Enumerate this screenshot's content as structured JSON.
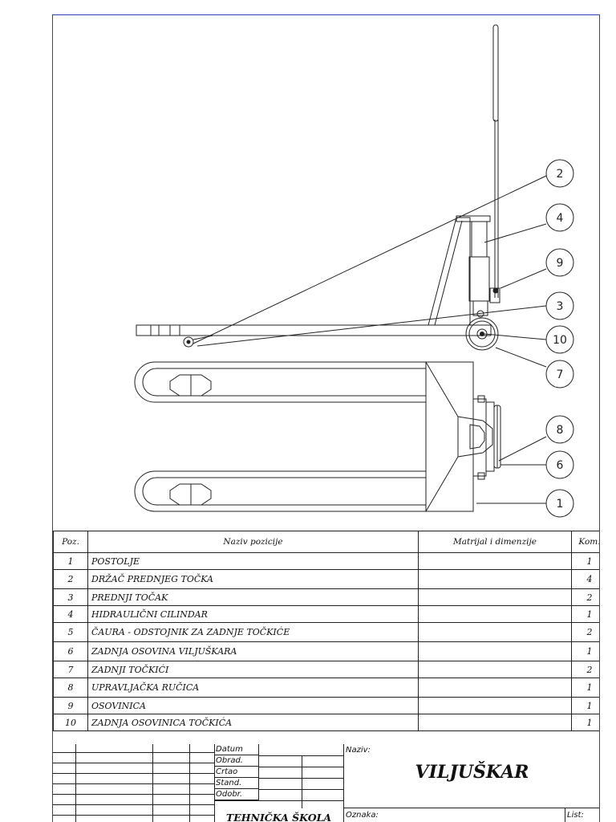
{
  "bom": {
    "headers": {
      "poz": "Poz.",
      "name": "Naziv pozicije",
      "material": "Matrijal i dimenzije",
      "kom": "Kom."
    },
    "rows": [
      {
        "poz": "1",
        "name": "POSTOLJE",
        "material": "",
        "kom": "1"
      },
      {
        "poz": "2",
        "name": "DRŽAČ PREDNJEG TOČKA",
        "material": "",
        "kom": "4"
      },
      {
        "poz": "3",
        "name": "PREDNJI TOČAK",
        "material": "",
        "kom": "2"
      },
      {
        "poz": "4",
        "name": "HIDRAULIČNI CILINDAR",
        "material": "",
        "kom": "1"
      },
      {
        "poz": "5",
        "name": "ČAURA - ODSTOJNIK ZA ZADNJE TOČKIĆE",
        "material": "",
        "kom": "2"
      },
      {
        "poz": "6",
        "name": "ZADNJA OSOVINA VILJUŠKARA",
        "material": "",
        "kom": "1"
      },
      {
        "poz": "7",
        "name": "ZADNJI TOČKIĆI",
        "material": "",
        "kom": "2"
      },
      {
        "poz": "8",
        "name": "UPRAVLJAČKA RUČICA",
        "material": "",
        "kom": "1"
      },
      {
        "poz": "9",
        "name": "OSOVINICA",
        "material": "",
        "kom": "1"
      },
      {
        "poz": "10",
        "name": "ZADNJA OSOVINICA TOČKIĆA",
        "material": "",
        "kom": "1"
      }
    ]
  },
  "balloons": [
    "2",
    "4",
    "9",
    "3",
    "10",
    "7",
    "8",
    "6",
    "1"
  ],
  "title_block": {
    "roles": [
      "Datum",
      "Obrad.",
      "Crtao",
      "Stand.",
      "Odobr."
    ],
    "naziv_label": "Naziv:",
    "drawing_name": "VILJUŠKAR",
    "school": "TEHNIČKA ŠKOLA",
    "oznaka_label": "Oznaka:",
    "list_label": "List:"
  },
  "colors": {
    "frame": "#2b3fbf",
    "line": "#222222"
  }
}
